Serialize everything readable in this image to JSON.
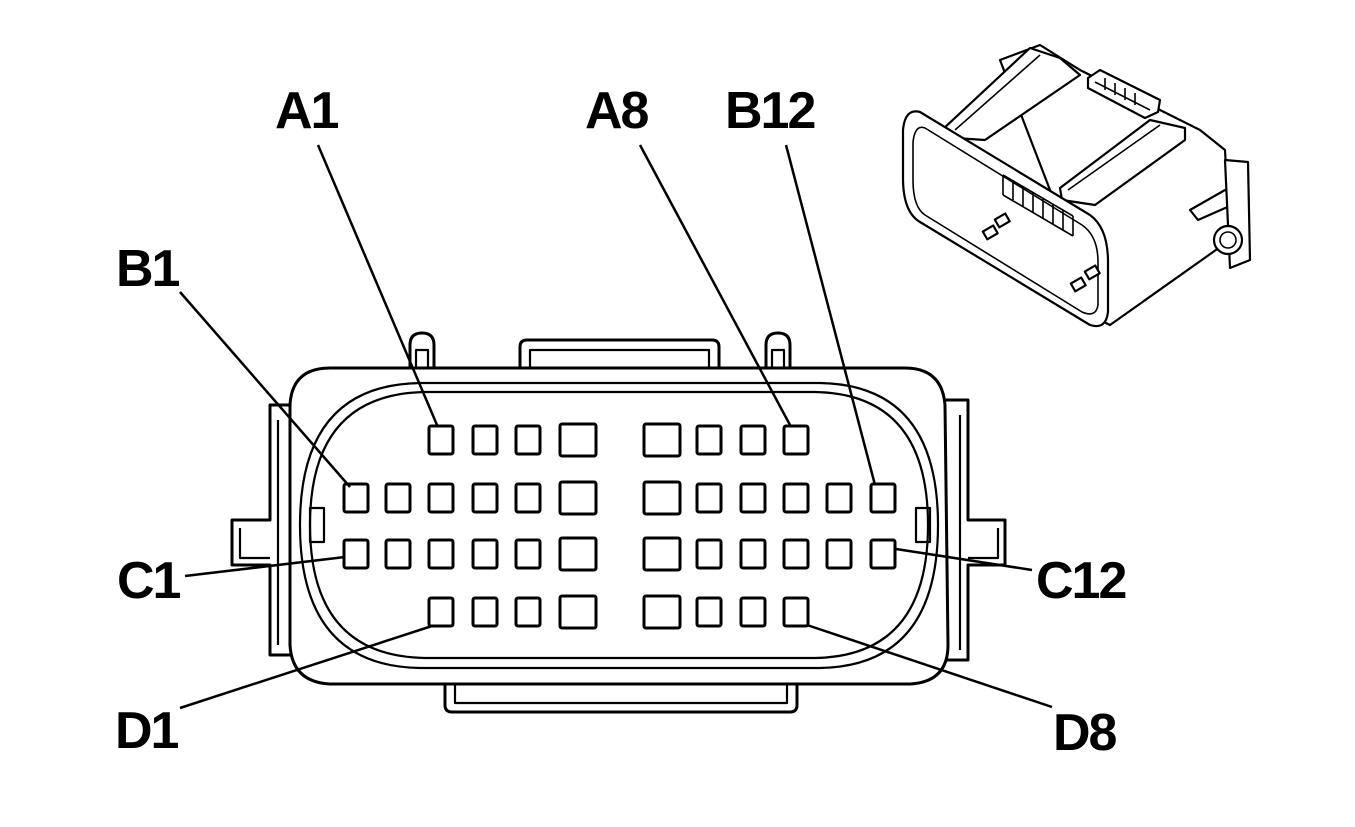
{
  "labels": {
    "A1": "A1",
    "A8": "A8",
    "B1": "B1",
    "B12": "B12",
    "C1": "C1",
    "C12": "C12",
    "D1": "D1",
    "D8": "D8"
  },
  "colors": {
    "line": "#000000",
    "background": "#ffffff"
  }
}
